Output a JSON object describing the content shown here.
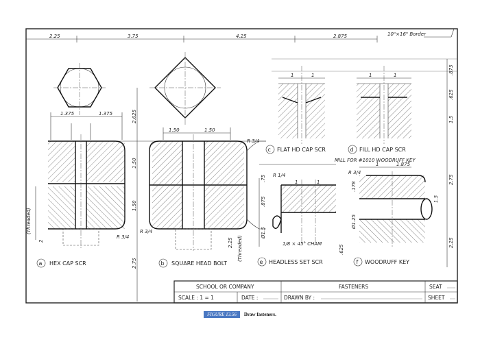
{
  "top_dims": [
    "2.25",
    "3.75",
    "4.25",
    "2.875"
  ],
  "border_note": "10\"×16\" Border",
  "left_view": {
    "dims_a": [
      "1.375",
      "1.375"
    ],
    "dims_b": [
      "1.50",
      "1.50"
    ],
    "vert_dims": [
      "2.625",
      "1.50",
      "1.50",
      "2.75"
    ],
    "radius_labels": [
      "R 3/4",
      "R 3/4",
      "R 3/4"
    ],
    "threaded_left": "(Threaded)",
    "threaded_right": "(Threaded)",
    "dim_2": "2",
    "dim_225": "2.25"
  },
  "right_view": {
    "slot_dims": [
      "1",
      "1",
      "1",
      "1"
    ],
    "right_vert_dims": [
      ".875",
      ".625",
      "1.5",
      "2.75",
      "2.25"
    ],
    "inner_dims": [
      ".75",
      ".875",
      "Ø1.5"
    ],
    "rad_labels": [
      "R 1/4",
      "R 3/4"
    ],
    "small_dims": [
      "1",
      "1",
      "1",
      "1.875",
      ".178",
      "1.5",
      "Ø1.25",
      ".625"
    ],
    "cham_note": "1/8 × 45° CHAM",
    "mill_note": "MILL FOR #1010 WOODRUFF KEY"
  },
  "labels": {
    "a_letter": "a",
    "a_text": "HEX CAP SCR",
    "b_letter": "b",
    "b_text": "SQUARE HEAD BOLT",
    "c_letter": "c",
    "c_text": "FLAT HD CAP SCR",
    "d_letter": "d",
    "d_text": "FILL HD CAP SCR",
    "e_letter": "e",
    "e_text": "HEADLESS SET SCR",
    "f_letter": "f",
    "f_text": "WOODRUFF KEY"
  },
  "title_block": {
    "school": "SCHOOL OR COMPANY",
    "title": "FASTENERS",
    "seat": "SEAT",
    "scale": "SCALE : 1 = 1",
    "date": "DATE :",
    "drawn_by": "DRAWN BY :",
    "sheet": "SHEET"
  },
  "caption": {
    "tag": "FIGURE 13.56",
    "text": "Draw fasteners."
  }
}
